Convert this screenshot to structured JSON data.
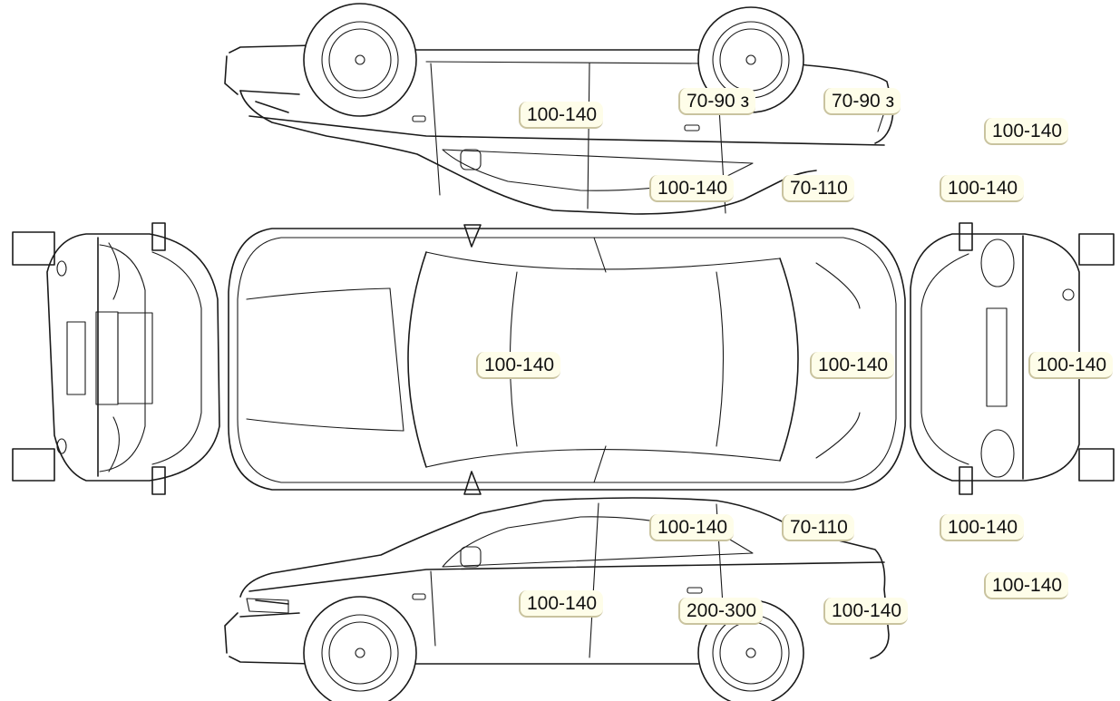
{
  "accent_colors": {
    "tag_background": "#fefde9",
    "tag_border": "#c9c39f",
    "line": "#1a1a1a"
  },
  "labels": {
    "t01": "100-140",
    "t02": "70-90 з",
    "t03": "70-90 з",
    "t04": "100-140",
    "t05": "100-140",
    "t06": "70-110",
    "t07": "100-140",
    "t08": "100-140",
    "t09": "100-140",
    "t10": "100-140",
    "t11": "100-140",
    "t12": "70-110",
    "t13": "100-140",
    "t14": "100-140",
    "t15": "100-140",
    "t16": "200-300",
    "t17": "100-140"
  }
}
